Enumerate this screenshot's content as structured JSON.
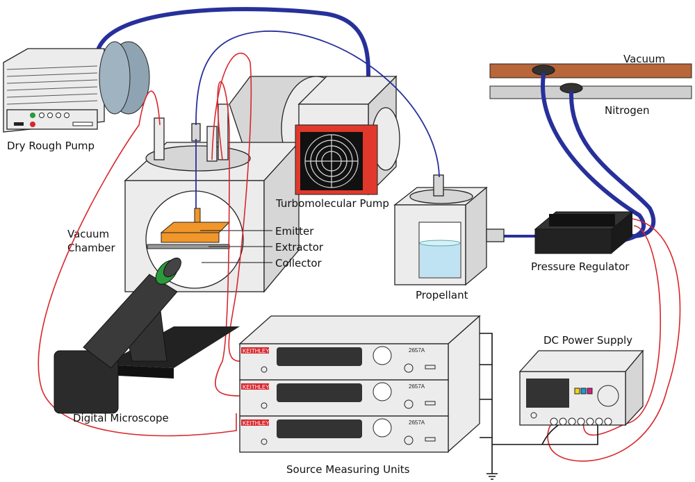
{
  "labels": {
    "dry_rough_pump": "Dry Rough Pump",
    "vacuum_chamber_1": "Vacuum",
    "vacuum_chamber_2": "Chamber",
    "turbomolecular_pump": "Turbomolecular Pump",
    "emitter": "Emitter",
    "extractor": "Extractor",
    "collector": "Collector",
    "vacuum_line": "Vacuum",
    "nitrogen_line": "Nitrogen",
    "pressure_regulator": "Pressure Regulator",
    "propellant": "Propellant",
    "dc_power_supply": "DC Power Supply",
    "digital_microscope": "Digital Microscope",
    "source_measuring_units": "Source Measuring Units"
  },
  "smu_units": [
    {
      "brand": "KEITHLEY",
      "model": "2657A"
    },
    {
      "brand": "KEITHLEY",
      "model": "2657A"
    },
    {
      "brand": "KEITHLEY",
      "model": "2657A"
    }
  ],
  "colors": {
    "wire_signal": "#d8262c",
    "hose": "#27309a",
    "turbo_pump": "#e0392b",
    "emitter_assembly": "#f0962a",
    "vacuum_pipe": "#b8663a",
    "nitrogen_pipe": "#c8c8c8",
    "propellant_liquid": "#bfe3f2"
  }
}
